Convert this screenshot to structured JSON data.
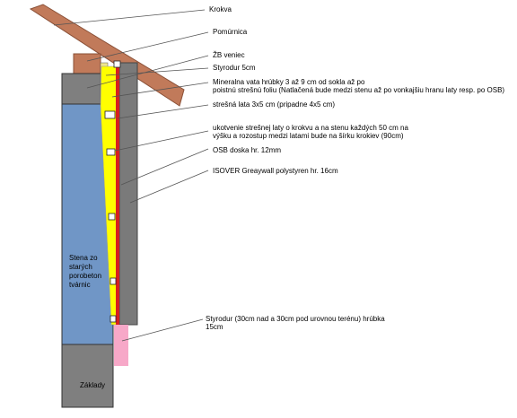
{
  "labels": {
    "krokva": "Krokva",
    "pomurnica": "Pomúrnica",
    "zb_veniec": "ŽB veniec",
    "styrodur_5": "Styrodur 5cm",
    "mineralna_vata_1": "Mineralna vata hrúbky 3 až 9 cm od sokla až po",
    "mineralna_vata_2": "poistnú strešnú foliu (Natlačená bude medzi stenu až po vonkajšiu hranu laty resp. po OSB)",
    "stresna_lata": "strešná lata 3x5 cm (pripadne 4x5 cm)",
    "ukotvenie_1": "ukotvenie strešnej laty o krokvu a na stenu každých 50 cm na",
    "ukotvenie_2": "výšku a rozostup medzi latami bude na šírku krokiev (90cm)",
    "osb": "OSB doska hr. 12mm",
    "isover": "ISOVER Greaywall polystyren hr. 16cm",
    "styrodur_sokel_1": "Styrodur (30cm nad a 30cm pod urovnou terénu) hrúbka",
    "styrodur_sokel_2": "15cm",
    "stena": "Stena zo starých porobeton tvárnic",
    "zaklady": "Základy"
  },
  "colors": {
    "rafter": "#c17a5a",
    "rafter_stroke": "#8a5037",
    "wall": "#7096c6",
    "insulation_yellow": "#ffff00",
    "foil_red": "#d62020",
    "gray_board": "#7a7a7a",
    "foundation": "#7f7f7f",
    "plinth_pink": "#f7a8c8",
    "batten_white": "#ffffff",
    "leader": "#555555"
  }
}
